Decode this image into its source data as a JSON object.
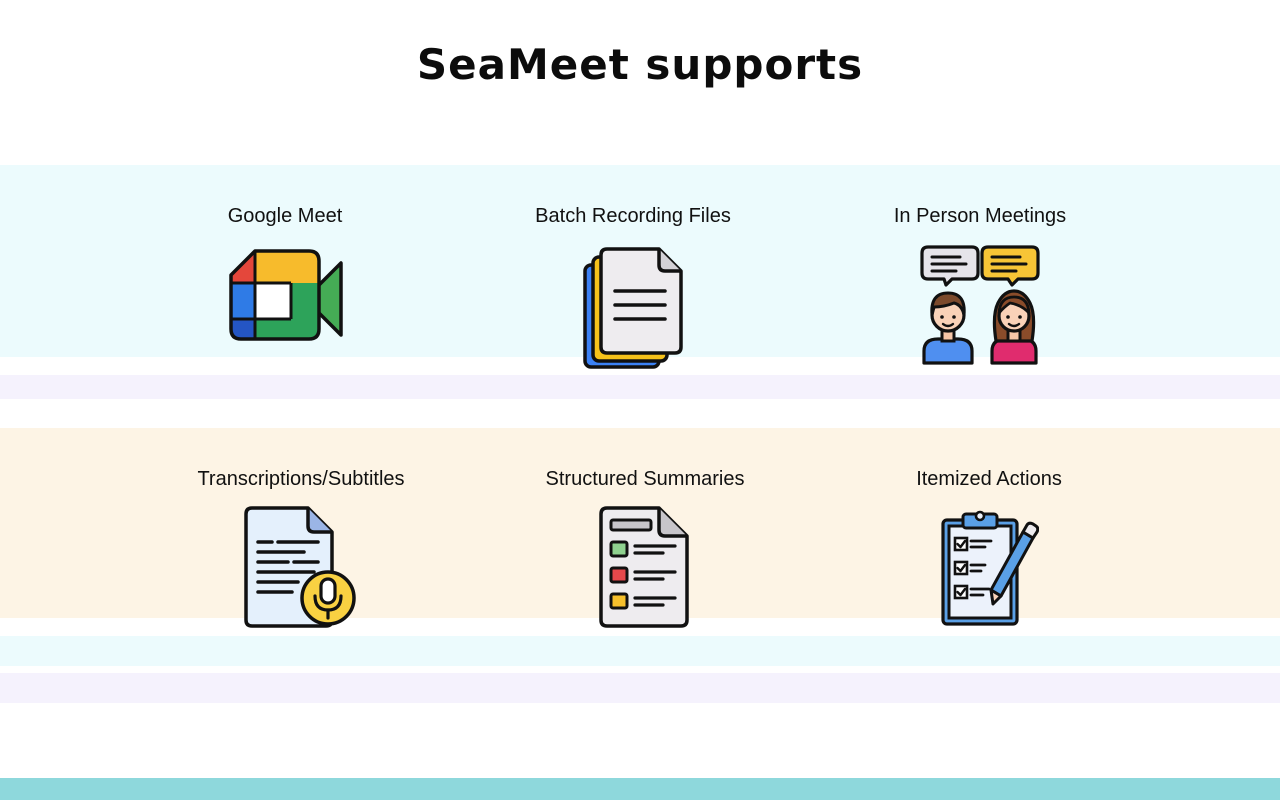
{
  "title": "SeaMeet supports",
  "colors": {
    "band_cyan": "#ecfbfd",
    "band_lavender": "#f5f2fd",
    "band_cream": "#fdf4e5",
    "footer_teal": "#8ed8dc"
  },
  "features": [
    {
      "label": "Google Meet",
      "icon": "google-meet-icon"
    },
    {
      "label": "Batch Recording Files",
      "icon": "stacked-files-icon"
    },
    {
      "label": "In Person Meetings",
      "icon": "people-talking-icon"
    },
    {
      "label": "Transcriptions/Subtitles",
      "icon": "transcript-mic-icon"
    },
    {
      "label": "Structured Summaries",
      "icon": "summary-list-icon"
    },
    {
      "label": "Itemized Actions",
      "icon": "clipboard-checklist-icon"
    }
  ]
}
